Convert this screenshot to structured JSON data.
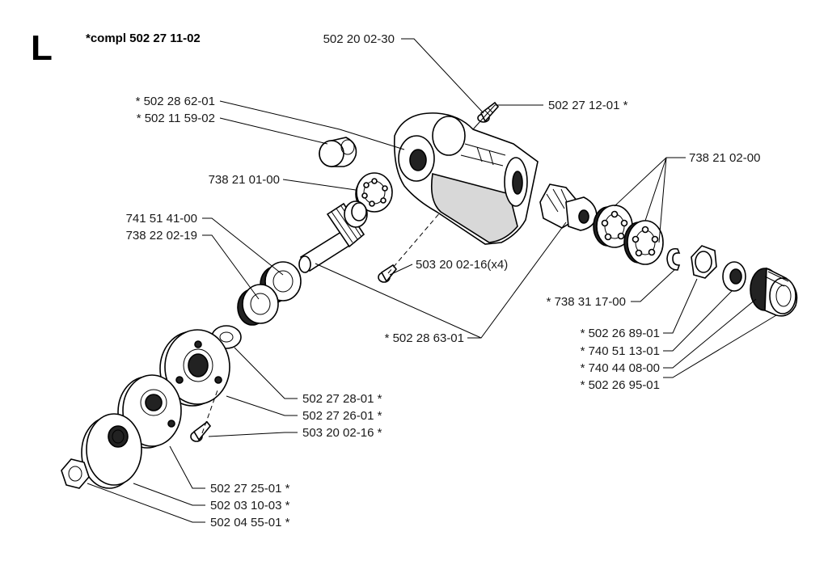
{
  "section_letter": "L",
  "assembly": "*compl 502 27 11-02",
  "labels": {
    "l01": "502 20 02-30",
    "l02": "* 502 28 62-01",
    "l03": "* 502 11 59-02",
    "l04": "502 27 12-01 *",
    "l05": "738 21 01-00",
    "l06": "738 21 02-00",
    "l07": "741 51 41-00",
    "l08": "738 22 02-19",
    "l09": "503 20 02-16(x4)",
    "l10": "* 738 31 17-00",
    "l11": "* 502 28 63-01",
    "l12": "* 502 26 89-01",
    "l13": "* 740 51 13-01",
    "l14": "* 740 44 08-00",
    "l15": "* 502 26 95-01",
    "l16": "502 27 28-01 *",
    "l17": "502 27 26-01 *",
    "l18": "503 20 02-16 *",
    "l19": "502 27 25-01 *",
    "l20": "502 03 10-03 *",
    "l21": "502 04 55-01 *"
  }
}
